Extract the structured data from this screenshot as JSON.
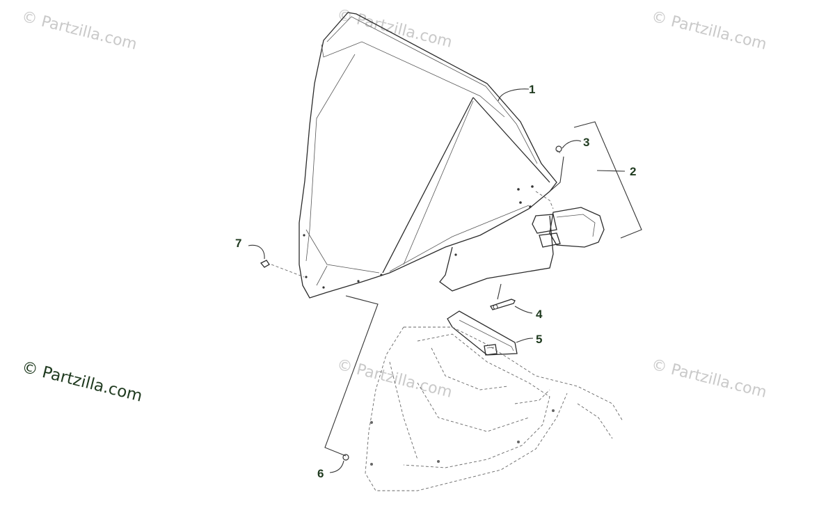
{
  "watermarks": [
    "© Partzilla.com",
    "© Partzilla.com",
    "© Partzilla.com",
    "© Partzilla.com",
    "© Partzilla.com",
    "© Partzilla.com"
  ],
  "main_watermark": "© Partzilla.com",
  "callouts": {
    "c1": "1",
    "c2": "2",
    "c3": "3",
    "c4": "4",
    "c5": "5",
    "c6": "6",
    "c7": "7"
  },
  "colors": {
    "callout": "#1f3a1f",
    "watermark": "#c9c9c9",
    "line": "#2a2a2a"
  }
}
